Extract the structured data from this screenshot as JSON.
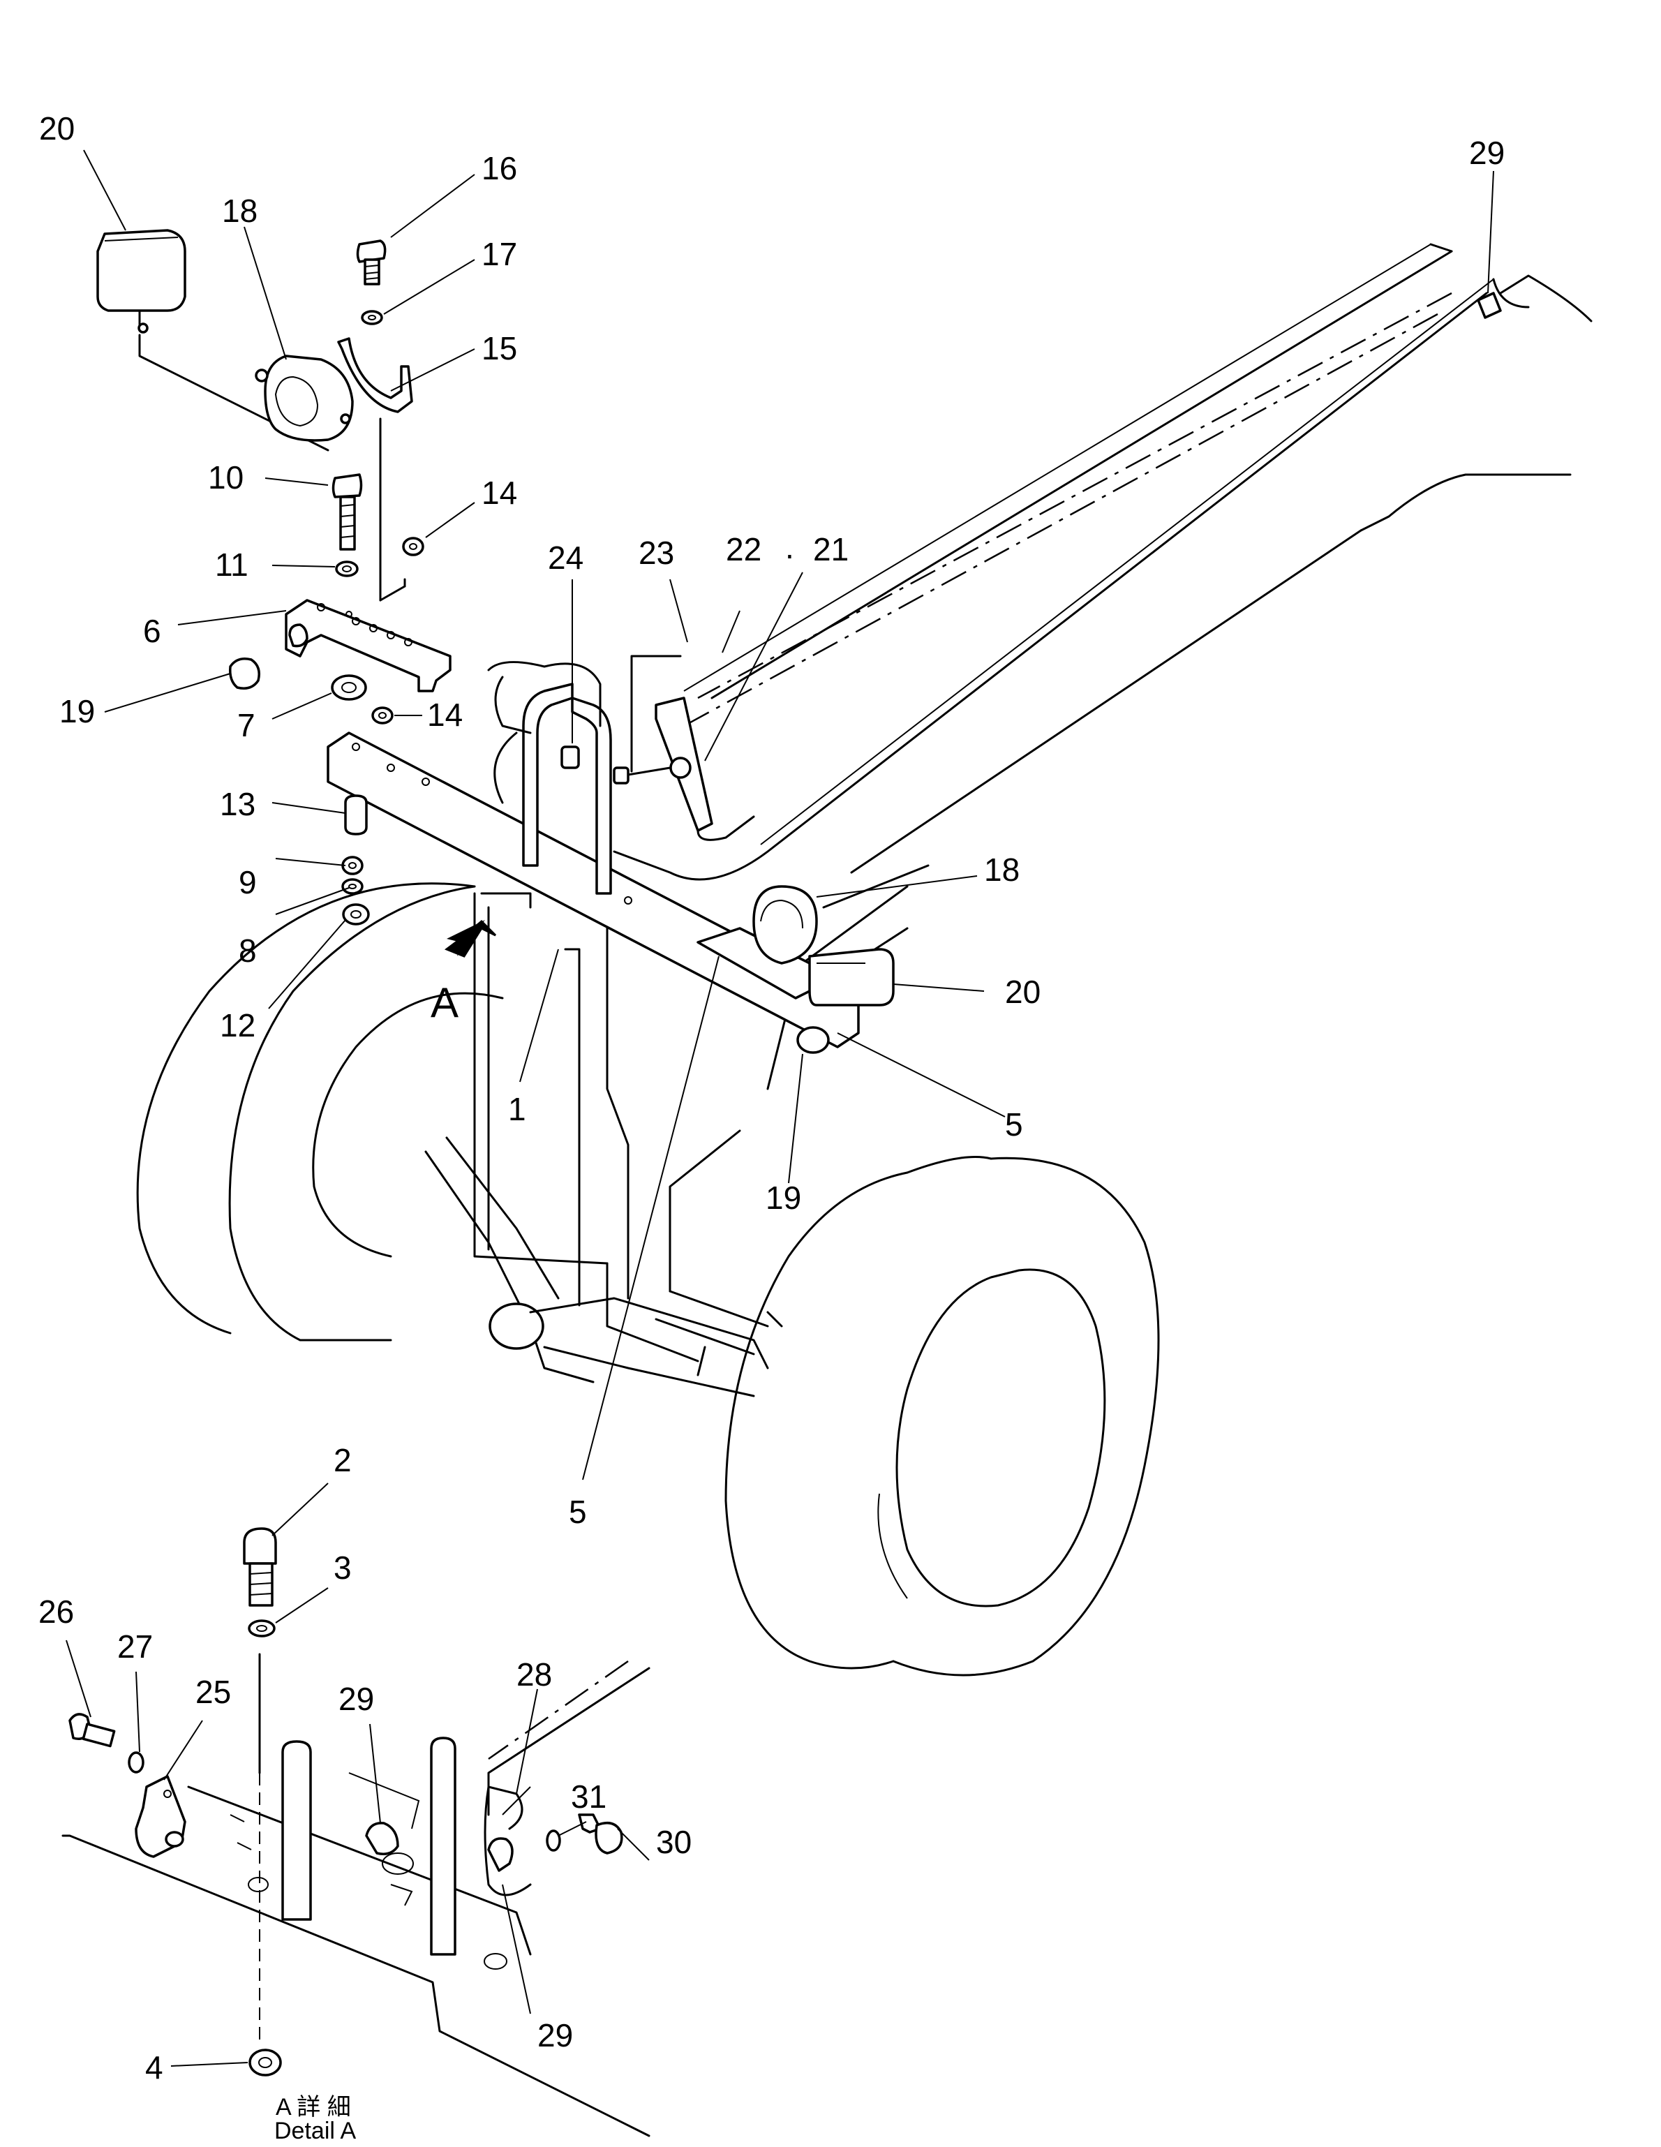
{
  "callouts": {
    "c20a": "20",
    "c18a": "18",
    "c16": "16",
    "c17": "17",
    "c15": "15",
    "c10": "10",
    "c14a": "14",
    "c11": "11",
    "c24": "24",
    "c23": "23",
    "c22": "22",
    "c21": "21",
    "c6": "6",
    "c19a": "19",
    "c7": "7",
    "c14b": "14",
    "c13": "13",
    "c9": "9",
    "c8": "8",
    "c12": "12",
    "c18b": "18",
    "c20b": "20",
    "cA": "A",
    "c1": "1",
    "c5a": "5",
    "c19b": "19",
    "c5b": "5",
    "c29a": "29",
    "c2": "2",
    "c3": "3",
    "c26": "26",
    "c27": "27",
    "c25": "25",
    "c29b": "29",
    "c28": "28",
    "c31": "31",
    "c30": "30",
    "c4": "4",
    "c29c": "29"
  },
  "detail_caption": {
    "line1": "A 詳 細",
    "line2": "Detail A"
  },
  "separator_dot": "."
}
